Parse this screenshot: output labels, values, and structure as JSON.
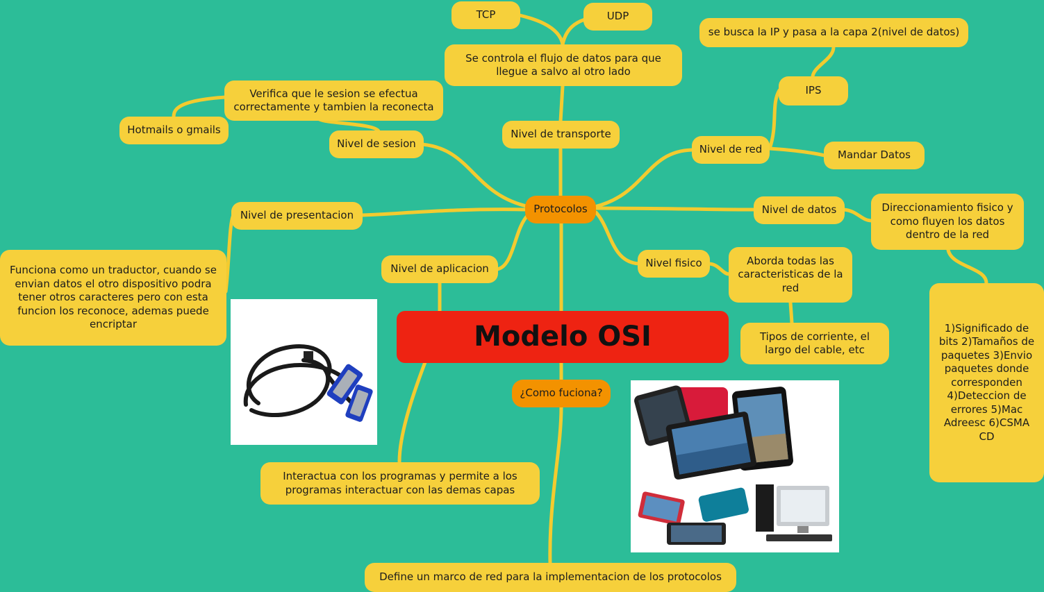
{
  "colors": {
    "background": "#2cbd98",
    "node": "#f6d03b",
    "hub": "#f39200",
    "central": "#ee2312",
    "connector": "#f3cb2f"
  },
  "central": "Modelo OSI",
  "hub": "Protocolos",
  "how": "¿Como fuciona?",
  "layers": {
    "transporte": "Nivel de transporte",
    "sesion": "Nivel de sesion",
    "presentacion": "Nivel de presentacion",
    "aplicacion": "Nivel de aplicacion",
    "red": "Nivel de red",
    "datos": "Nivel de datos",
    "fisico": "Nivel fisico"
  },
  "details": {
    "tcp": "TCP",
    "udp": "UDP",
    "transporte_desc": "Se controla el flujo de datos para que llegue a salvo al otro lado",
    "sesion_desc": "Verifica que le sesion se efectua correctamente y tambien la reconecta",
    "hotmails": "Hotmails o gmails",
    "presentacion_desc": "Funciona como un traductor, cuando se envian datos el otro dispositivo podra tener otros caracteres pero con esta funcion los reconoce, ademas puede encriptar",
    "aplicacion_desc": "Interactua con los programas y permite a los programas interactuar con las demas capas",
    "ips_desc": "se busca la IP y pasa a la capa 2(nivel de datos)",
    "ips": "IPS",
    "mandar": "Mandar Datos",
    "datos_desc": "Direccionamiento fisico y como fluyen los datos dentro de la red",
    "datos_list": "1)Significado de bits 2)Tamaños de paquetes 3)Envio paquetes donde corresponden 4)Deteccion de errores 5)Mac Adreesc 6)CSMA CD",
    "fisico_desc": "Aborda todas las caracteristicas de la red",
    "fisico_tipos": "Tipos de corriente, el largo del cable, etc",
    "define": "Define un marco de red para la implementacion de los protocolos"
  }
}
